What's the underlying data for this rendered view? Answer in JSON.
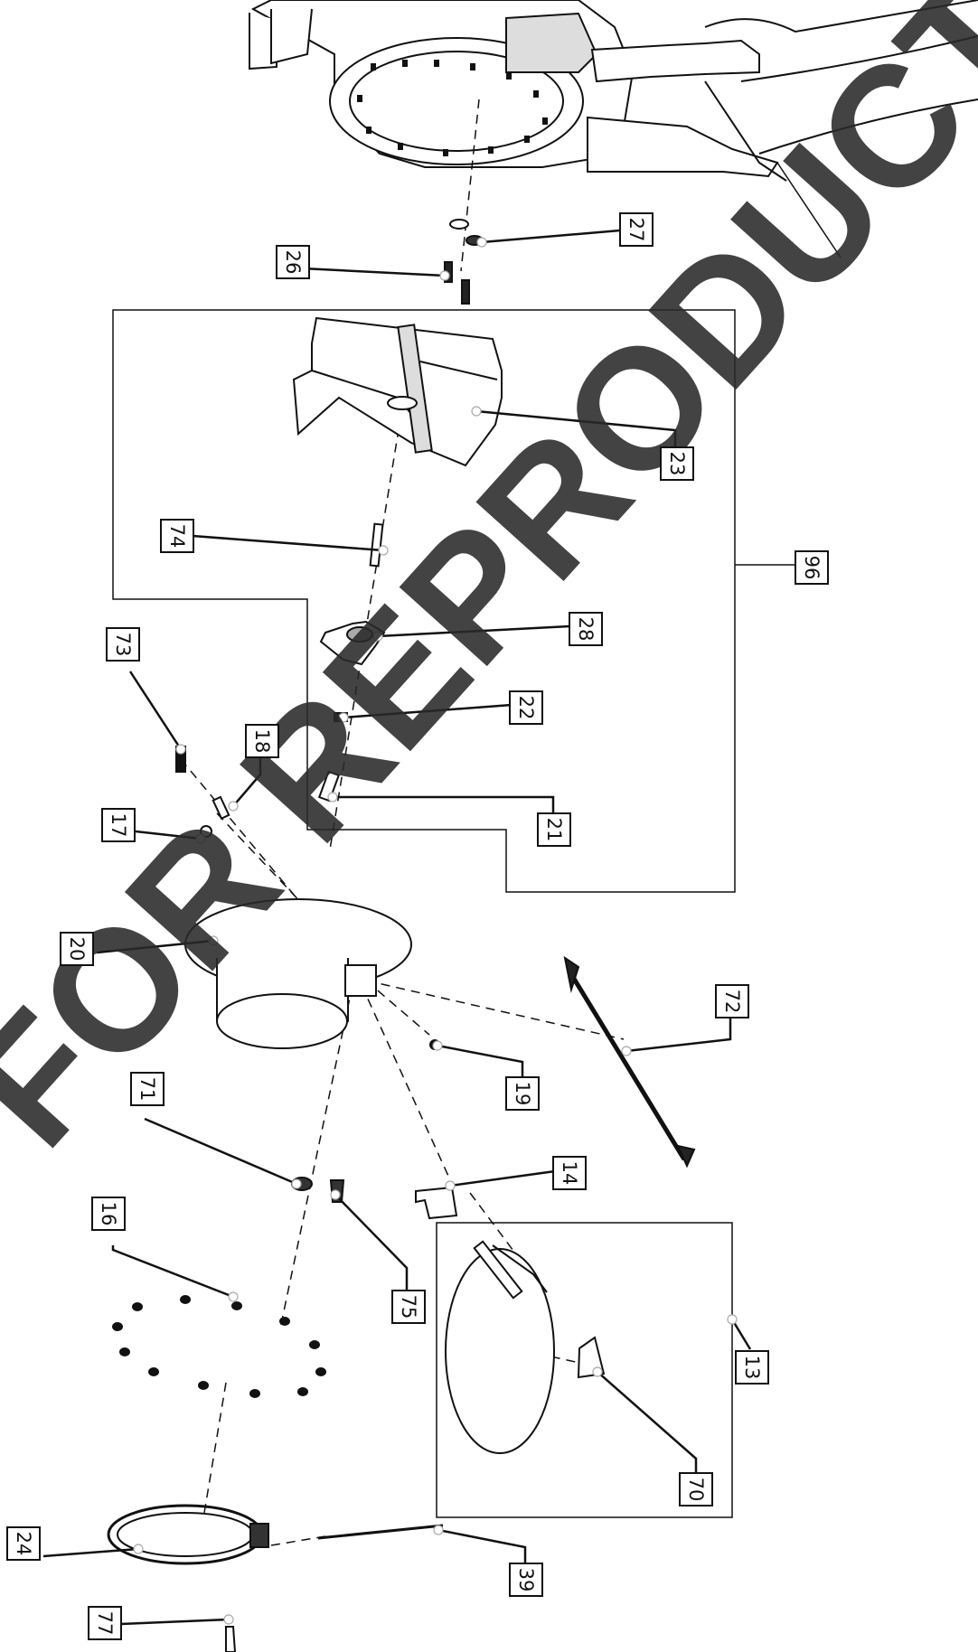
{
  "diagram": {
    "callouts": [
      {
        "id": "c27",
        "text": "27"
      },
      {
        "id": "c26",
        "text": "26"
      },
      {
        "id": "c23",
        "text": "23"
      },
      {
        "id": "c74",
        "text": "74"
      },
      {
        "id": "c96",
        "text": "96"
      },
      {
        "id": "c28",
        "text": "28"
      },
      {
        "id": "c73",
        "text": "73"
      },
      {
        "id": "c22",
        "text": "22"
      },
      {
        "id": "c18",
        "text": "18"
      },
      {
        "id": "c21",
        "text": "21"
      },
      {
        "id": "c17",
        "text": "17"
      },
      {
        "id": "c20",
        "text": "20"
      },
      {
        "id": "c72",
        "text": "72"
      },
      {
        "id": "c19",
        "text": "19"
      },
      {
        "id": "c71",
        "text": "71"
      },
      {
        "id": "c14",
        "text": "14"
      },
      {
        "id": "c16",
        "text": "16"
      },
      {
        "id": "c75",
        "text": "75"
      },
      {
        "id": "c13",
        "text": "13"
      },
      {
        "id": "c70",
        "text": "70"
      },
      {
        "id": "c24",
        "text": "24"
      },
      {
        "id": "c39",
        "text": "39"
      },
      {
        "id": "c77",
        "text": "77"
      }
    ],
    "watermark": "FOR REPRODUCTION",
    "line_color": "#111111",
    "paper_color": "#ffffff"
  }
}
